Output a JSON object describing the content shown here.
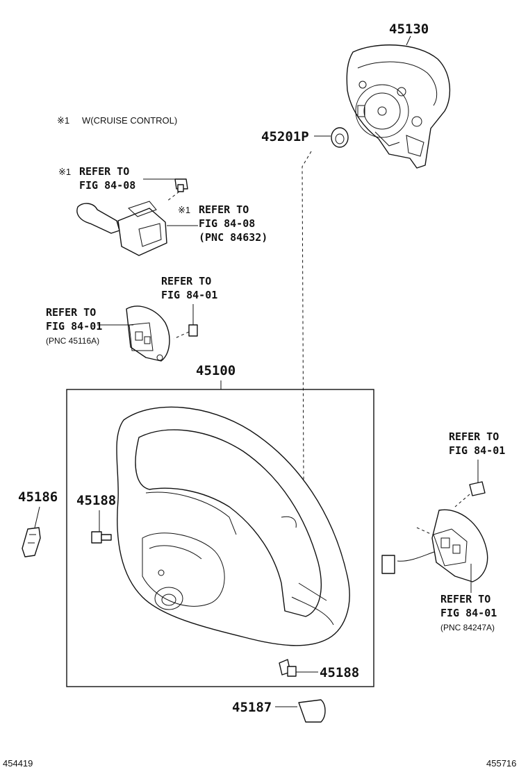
{
  "note": {
    "mark": "※1",
    "text": "W(CRUISE CONTROL)"
  },
  "labels": {
    "p45130": "45130",
    "p45201p": "45201P",
    "p45100": "45100",
    "p45186": "45186",
    "p45188_left": "45188",
    "p45188_bottom": "45188",
    "p45187": "45187"
  },
  "refs": {
    "cruise_bolt": {
      "mark": "※1",
      "line1": "REFER TO",
      "line2": "FIG 84-08"
    },
    "cruise_switch": {
      "mark": "※1",
      "line1": "REFER TO",
      "line2": "FIG 84-08",
      "line3": "(PNC 84632)"
    },
    "bolt_left": {
      "line1": "REFER TO",
      "line2": "FIG 84-01"
    },
    "switch_left": {
      "line1": "REFER TO",
      "line2": "FIG 84-01",
      "line3": "(PNC 45116A)"
    },
    "bolt_right": {
      "line1": "REFER TO",
      "line2": "FIG 84-01"
    },
    "switch_right": {
      "line1": "REFER TO",
      "line2": "FIG 84-01",
      "line3": "(PNC 84247A)"
    }
  },
  "footer": {
    "left_code": "454419",
    "right_code": "455716"
  }
}
